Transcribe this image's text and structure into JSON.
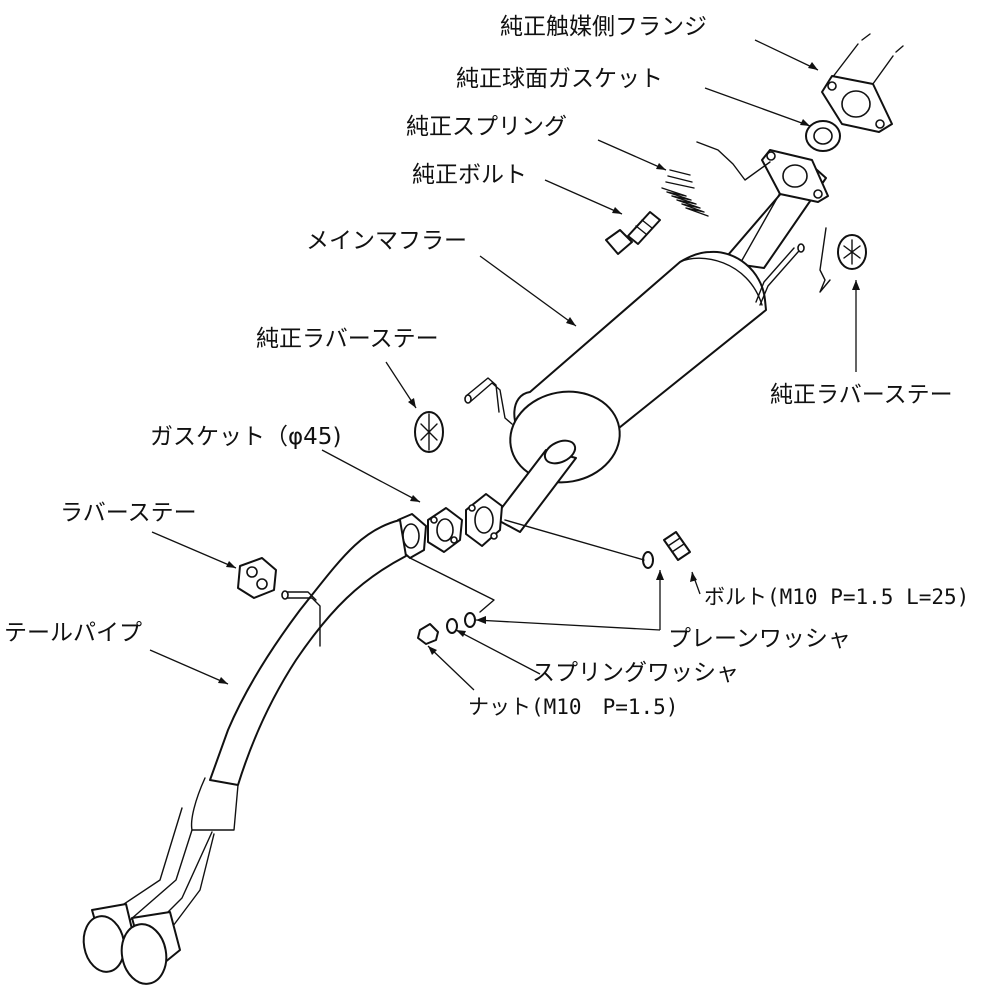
{
  "labels": {
    "oem_catalyst_flange": "純正触媒側フランジ",
    "oem_spherical_gasket": "純正球面ガスケット",
    "oem_spring": "純正スプリング",
    "oem_bolt": "純正ボルト",
    "main_muffler": "メインマフラー",
    "oem_rubber_stay_left": "純正ラバーステー",
    "oem_rubber_stay_right": "純正ラバーステー",
    "gasket_phi45": "ガスケット（φ45)",
    "rubber_stay": "ラバーステー",
    "tail_pipe": "テールパイプ",
    "bolt_spec": "ボルト(M10 P=1.5 L=25)",
    "plain_washer": "プレーンワッシャ",
    "spring_washer": "スプリングワッシャ",
    "nut_spec": "ナット(M10　P=1.5)"
  },
  "colors": {
    "line": "#111111",
    "background": "#ffffff"
  }
}
